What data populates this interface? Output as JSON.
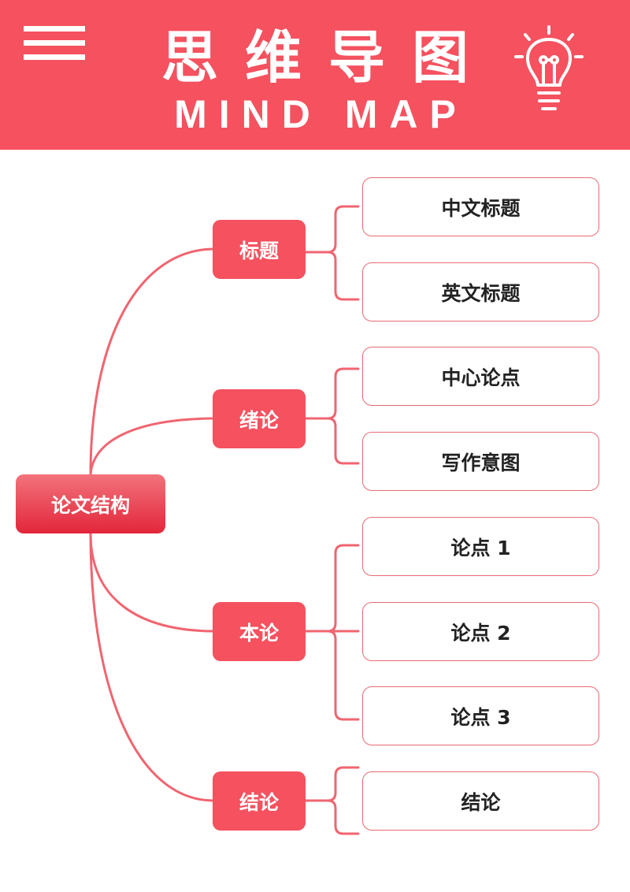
{
  "header": {
    "title_zh": "思维导图",
    "title_en": "MIND MAP",
    "menu_icon": "hamburger-menu-icon",
    "bulb_icon": "lightbulb-icon",
    "background_color": "#F5515F"
  },
  "mindmap": {
    "root": "论文结构",
    "branches": [
      {
        "label": "标题",
        "children": [
          "中文标题",
          "英文标题"
        ]
      },
      {
        "label": "绪论",
        "children": [
          "中心论点",
          "写作意图"
        ]
      },
      {
        "label": "本论",
        "children": [
          "论点 1",
          "论点 2",
          "论点 3"
        ]
      },
      {
        "label": "结论",
        "children": [
          "结论"
        ]
      }
    ]
  },
  "colors": {
    "accent": "#F5515F",
    "root_gradient_top": "#F2737C",
    "root_gradient_bottom": "#E2263A",
    "leaf_border": "#E86A74",
    "leaf_text": "#222222",
    "connector": "#F06570"
  }
}
